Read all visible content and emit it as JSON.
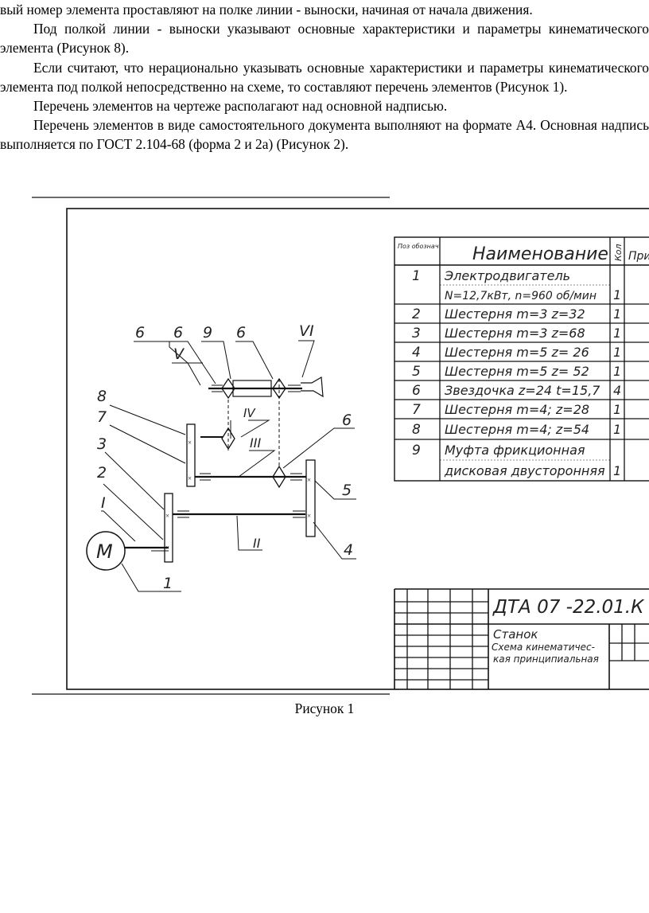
{
  "paragraphs": [
    "вый номер элемента проставляют на полке линии - выноски, начиная от начала движения.",
    "Под полкой линии - выноски указывают основные характеристики и параметры кинематического элемента (Рисунок 8).",
    "Если считают, что нерационально указывать основные характеристики и параметры кинематического элемента под полкой непосредственно на схеме, то составляют перечень элементов (Рисунок 1).",
    "Перечень элементов на чертеже располагают над основной надписью.",
    "Перечень элементов в виде самостоятельного документа выполняют на формате А4. Основная надпись выполняется по ГОСТ 2.104-68 (форма 2 и 2а) (Рисунок 2)."
  ],
  "figure": {
    "caption": "Рисунок 1",
    "motor_label": "М",
    "callouts": {
      "c1": "1",
      "c2": "2",
      "cI": "I",
      "c3": "3",
      "c7": "7",
      "c8": "8",
      "c6a": "6",
      "c6b": "6",
      "c9": "9",
      "c6c": "6",
      "cV": "V",
      "cVI": "VI",
      "cIV": "IV",
      "cIII": "III",
      "c6d": "6",
      "c5": "5",
      "c4": "4",
      "cII": "II"
    },
    "table": {
      "headers": {
        "pos": "Поз обознач",
        "name": "Наименование",
        "qty": "Кол",
        "note": "При"
      },
      "rows": [
        {
          "pos": "1",
          "name": "Электродвигатель",
          "qty": ""
        },
        {
          "pos": "",
          "name": "N=12,7кВт, n=960 об/мин",
          "qty": "1"
        },
        {
          "pos": "2",
          "name": "Шестерня m=3 z=32",
          "qty": "1"
        },
        {
          "pos": "3",
          "name": "Шестерня m=3 z=68",
          "qty": "1"
        },
        {
          "pos": "4",
          "name": "Шестерня m=5 z= 26",
          "qty": "1"
        },
        {
          "pos": "5",
          "name": "Шестерня m=5 z= 52",
          "qty": "1"
        },
        {
          "pos": "6",
          "name": "Звездочка z=24 t=15,7",
          "qty": "4"
        },
        {
          "pos": "7",
          "name": "Шестерня m=4; z=28",
          "qty": "1"
        },
        {
          "pos": "8",
          "name": "Шестерня m=4; z=54",
          "qty": "1"
        },
        {
          "pos": "9",
          "name": "Муфта фрикционная",
          "qty": ""
        },
        {
          "pos": "",
          "name": "дисковая двусторонняя",
          "qty": "1"
        }
      ]
    },
    "title_block": {
      "code": "ДТА 07 -22.01.К",
      "name1": "Станок",
      "name2": "Схема кинематичес-",
      "name3": "кая принципиальная"
    }
  }
}
